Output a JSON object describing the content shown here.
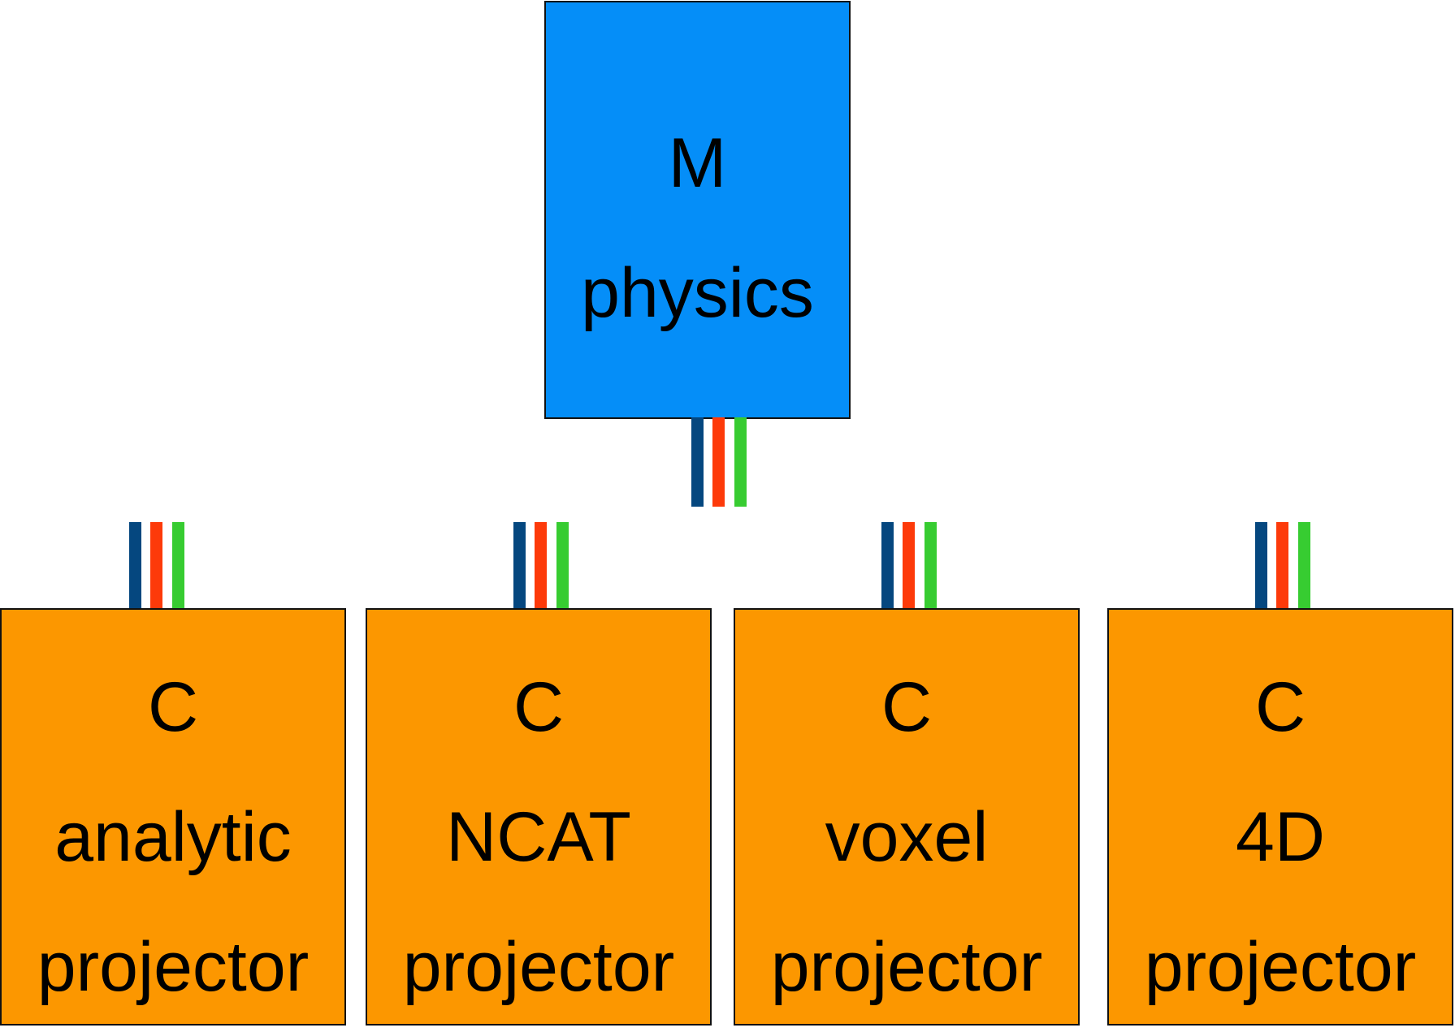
{
  "colors": {
    "module_fill": "#058ef8",
    "component_fill": "#fc9700",
    "wire_blue": "#05477f",
    "wire_red": "#fd3a0a",
    "wire_green": "#37cc31"
  },
  "module": {
    "kind": "M",
    "name": "physics"
  },
  "components": [
    {
      "kind": "C",
      "name": "analytic",
      "role": "projector"
    },
    {
      "kind": "C",
      "name": "NCAT",
      "role": "projector"
    },
    {
      "kind": "C",
      "name": "voxel",
      "role": "projector"
    },
    {
      "kind": "C",
      "name": "4D",
      "role": "projector"
    }
  ]
}
